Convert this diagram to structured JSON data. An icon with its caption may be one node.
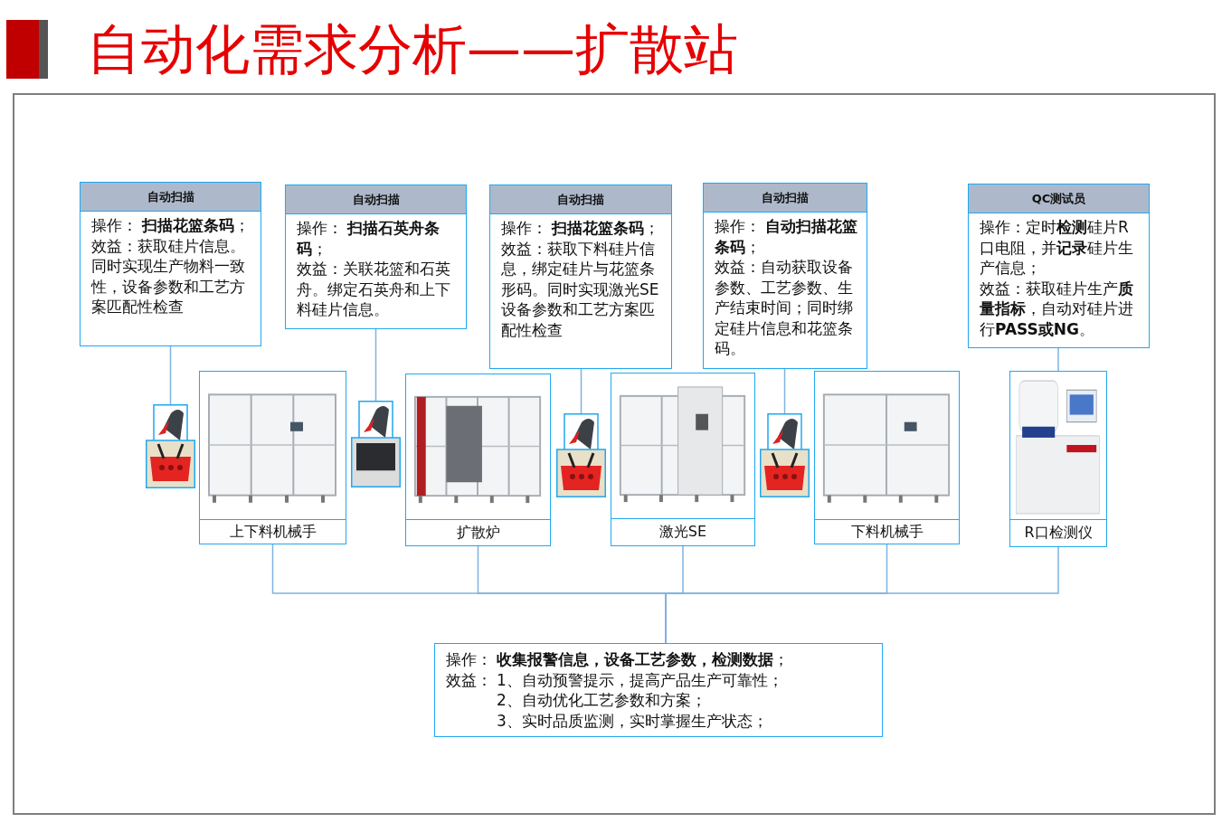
{
  "diagram": {
    "title": "自动化需求分析——扩散站",
    "nodes": [
      {
        "text": [
          "自动扫描",
          "操作： **扫描花篮条码**；",
          "效益：获取硅片信息。同时实现生产物料一致性，设备参数和工艺方案匹配性检查"
        ]
      },
      {
        "text": [
          "自动扫描",
          "操作： **扫描石英舟条码**；",
          "效益：关联花篮和石英舟。绑定石英舟和上下料硅片信息。"
        ]
      },
      {
        "text": [
          "自动扫描",
          "操作： **扫描花篮条码**；",
          "效益：获取下料硅片信息，绑定硅片与花篮条形码。同时实现激光SE设备参数和工艺方案匹配性检查"
        ]
      },
      {
        "text": [
          "自动扫描",
          "操作： **自动扫描花篮条码**；",
          "效益：自动获取设备参数、工艺参数、生产结束时间；同时绑定硅片信息和花篮条码。"
        ]
      },
      {
        "text": [
          "QC测试员",
          "操作：定时**检测**硅片R口电阻，并**记录**硅片生产信息；",
          "效益：获取硅片生产**质量指标**，自动对硅片进行**PASS或NG**。"
        ]
      },
      {
        "text": [],
        "shape": "picture"
      },
      {
        "text": [],
        "shape": "picture"
      },
      {
        "text": [],
        "shape": "picture"
      },
      {
        "text": [],
        "shape": "picture"
      },
      {
        "text": [
          "上下料机械手"
        ]
      },
      {
        "text": [
          "扩散炉"
        ]
      },
      {
        "text": [
          "激光SE"
        ]
      },
      {
        "text": [
          "下料机械手"
        ]
      },
      {
        "text": [
          "R口检测仪"
        ]
      },
      {
        "text": [
          "操作： **收集报警信息，设备工艺参数，检测数据**；",
          "效益：",
          "1、自动预警提示，提高产品生产可靠性；",
          "2、自动优化工艺参数和方案；",
          "3、实时品质监测，实时掌握生产状态；"
        ]
      }
    ],
    "edges": [
      {
        "from": 0,
        "to": 5,
        "arrow": "none"
      },
      {
        "from": 1,
        "to": 6,
        "arrow": "none"
      },
      {
        "from": 2,
        "to": 7,
        "arrow": "none"
      },
      {
        "from": 3,
        "to": 8,
        "arrow": "none"
      },
      {
        "from": 4,
        "to": 13,
        "arrow": "none"
      },
      {
        "from": 9,
        "to": 14,
        "arrow": "none"
      },
      {
        "from": 10,
        "to": 14,
        "arrow": "none"
      },
      {
        "from": 11,
        "to": 14,
        "arrow": "none"
      },
      {
        "from": 12,
        "to": 14,
        "arrow": "none"
      },
      {
        "from": 13,
        "to": 14,
        "arrow": "none"
      }
    ]
  }
}
